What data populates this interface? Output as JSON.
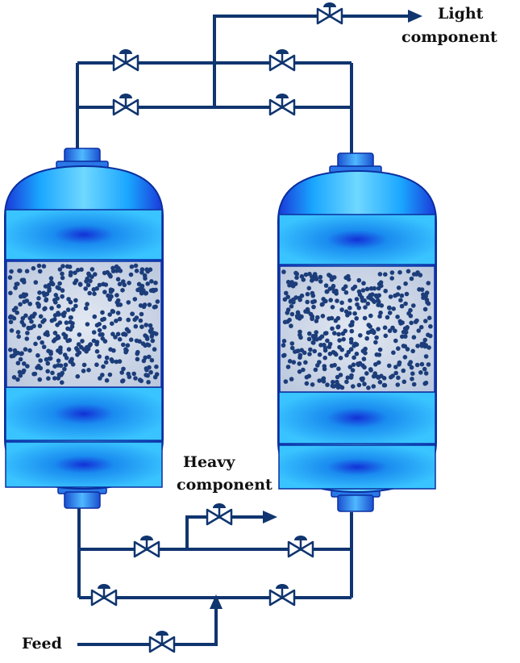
{
  "labels": {
    "light_line1": "Light",
    "light_line2": "component",
    "heavy_line1": "Heavy",
    "heavy_line2": "component",
    "feed": "Feed"
  },
  "colors": {
    "pipe": "#10356f",
    "vessel_light": "#6fd8ff",
    "vessel_mid": "#1aa6ff",
    "vessel_dark": "#1a38d8",
    "vessel_outline": "#0b2fa0",
    "bed_fill": "#c9d3e4",
    "particle": "#1c3d7a"
  },
  "vessels": [
    {
      "name": "left-adsorber-column"
    },
    {
      "name": "right-adsorber-column"
    }
  ],
  "valves": [
    {
      "name": "valve-light-product"
    },
    {
      "name": "valve-top-upper-left"
    },
    {
      "name": "valve-top-upper-right"
    },
    {
      "name": "valve-top-lower-left"
    },
    {
      "name": "valve-top-lower-right"
    },
    {
      "name": "valve-heavy-product"
    },
    {
      "name": "valve-bottom-upper-left"
    },
    {
      "name": "valve-bottom-upper-right"
    },
    {
      "name": "valve-bottom-lower-left"
    },
    {
      "name": "valve-bottom-lower-right"
    },
    {
      "name": "valve-feed"
    }
  ]
}
